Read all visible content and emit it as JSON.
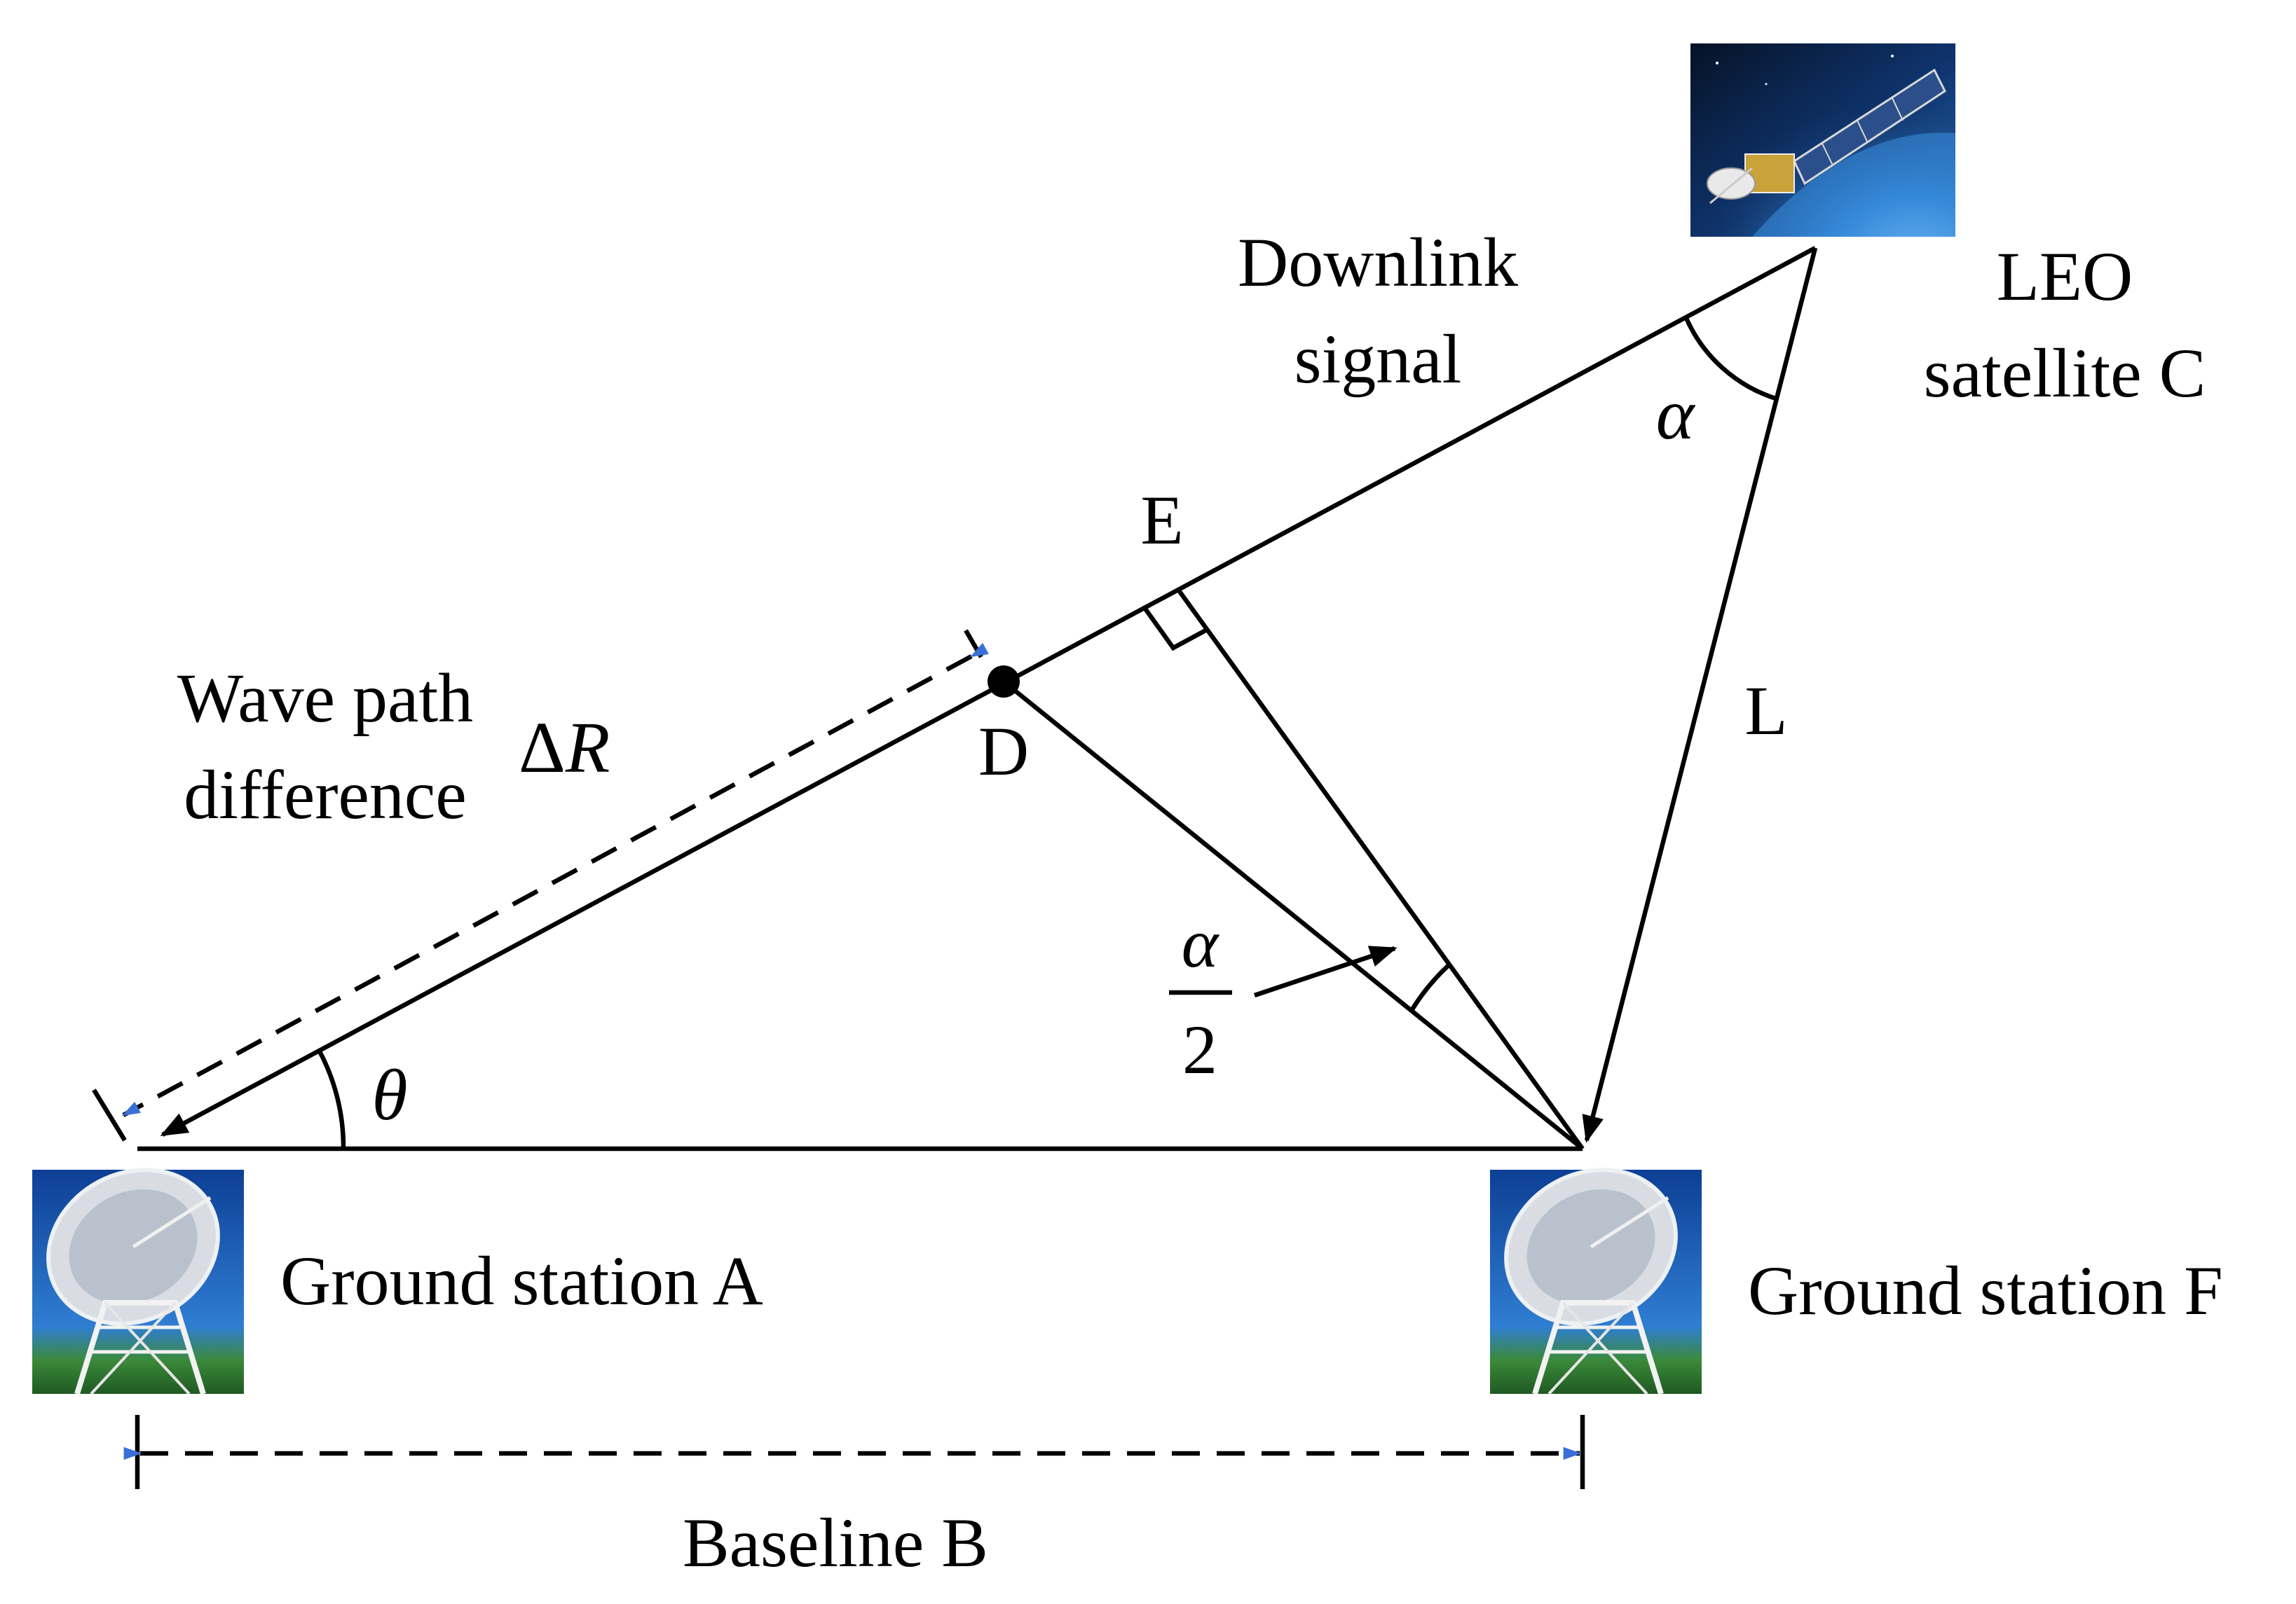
{
  "diagram": {
    "labels": {
      "downlink_line1": "Downlink",
      "downlink_line2": "signal",
      "leo_line1": "LEO",
      "leo_line2": "satellite C",
      "point_e": "E",
      "point_d": "D",
      "length_l": "L",
      "wave_line1": "Wave path",
      "wave_line2": "difference",
      "delta_r_symbol": "Δ",
      "delta_r_var": "R",
      "half_alpha_num": "α",
      "half_alpha_den": "2",
      "alpha": "α",
      "theta": "θ",
      "ground_station_a": "Ground station A",
      "ground_station_f": "Ground station F",
      "baseline": "Baseline B"
    },
    "images": {
      "satellite": "satellite-photo",
      "antenna_a": "radio-telescope-dish",
      "antenna_f": "radio-telescope-dish"
    },
    "colors": {
      "line": "#000000",
      "arrow_tip_accent": "#3a6fd8",
      "sky_blue": "#1e63b8",
      "space_dark": "#0b1e3f"
    }
  }
}
